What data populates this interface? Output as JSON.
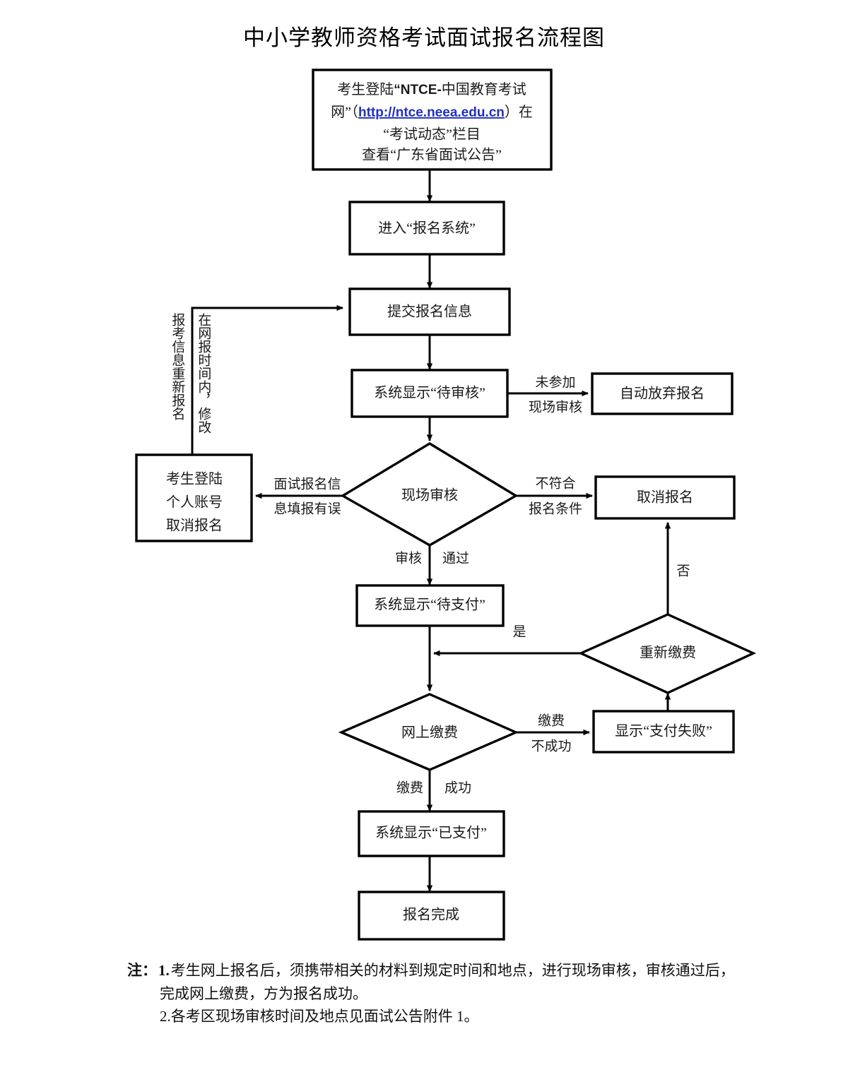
{
  "page": {
    "title": "中小学教师资格考试面试报名流程图"
  },
  "nodes": {
    "start": {
      "line1_a": "考生登陆",
      "line1_b": "“NTCE-",
      "line1_c": "中国教育考试",
      "line2_a": "网”（",
      "line2_link": "http://ntce.neea.edu.cn",
      "line2_b": "）在",
      "line3": "“考试动态”栏目",
      "line4": "查看“广东省面试公告”"
    },
    "enter_system": "进入“报名系统”",
    "submit_info": "提交报名信息",
    "pending_review": "系统显示“待审核”",
    "auto_abandon": "自动放弃报名",
    "onsite_review": "现场审核",
    "cancel_by_self": {
      "line1": "考生登陆",
      "line2": "个人账号",
      "line3": "取消报名"
    },
    "cancel_registration": "取消报名",
    "pending_payment": "系统显示“待支付”",
    "repay": "重新缴费",
    "online_payment": "网上缴费",
    "payment_failed": "显示“支付失败”",
    "paid": "系统显示“已支付”",
    "finish": "报名完成"
  },
  "edge_labels": {
    "not_attend_1": "未参加",
    "not_attend_2": "现场审核",
    "not_qualified_1": "不符合",
    "not_qualified_2": "报名条件",
    "wrong_info_1": "面试报名信",
    "wrong_info_2": "息填报有误",
    "review_passed_1": "审核",
    "review_passed_2": "通过",
    "repay_yes": "是",
    "repay_no": "否",
    "pay_fail_1": "缴费",
    "pay_fail_2": "不成功",
    "pay_ok_1": "缴费",
    "pay_ok_2": "成功",
    "vertical_left": "报考信息重新报名",
    "vertical_right": "在网报时间内，修改"
  },
  "notes": {
    "label": "注：",
    "item1_num": "1.",
    "item1_line1": "考生网上报名后，须携带相关的材料到规定时间和地点，进行现场审核，审核通过后，",
    "item1_line2": "完成网上缴费，方为报名成功。",
    "item2": "2.各考区现场审核时间及地点见面试公告附件 1。"
  },
  "colors": {
    "stroke": "#000000",
    "background": "#ffffff",
    "text": "#1a1a1a",
    "link": "#2030c0"
  }
}
